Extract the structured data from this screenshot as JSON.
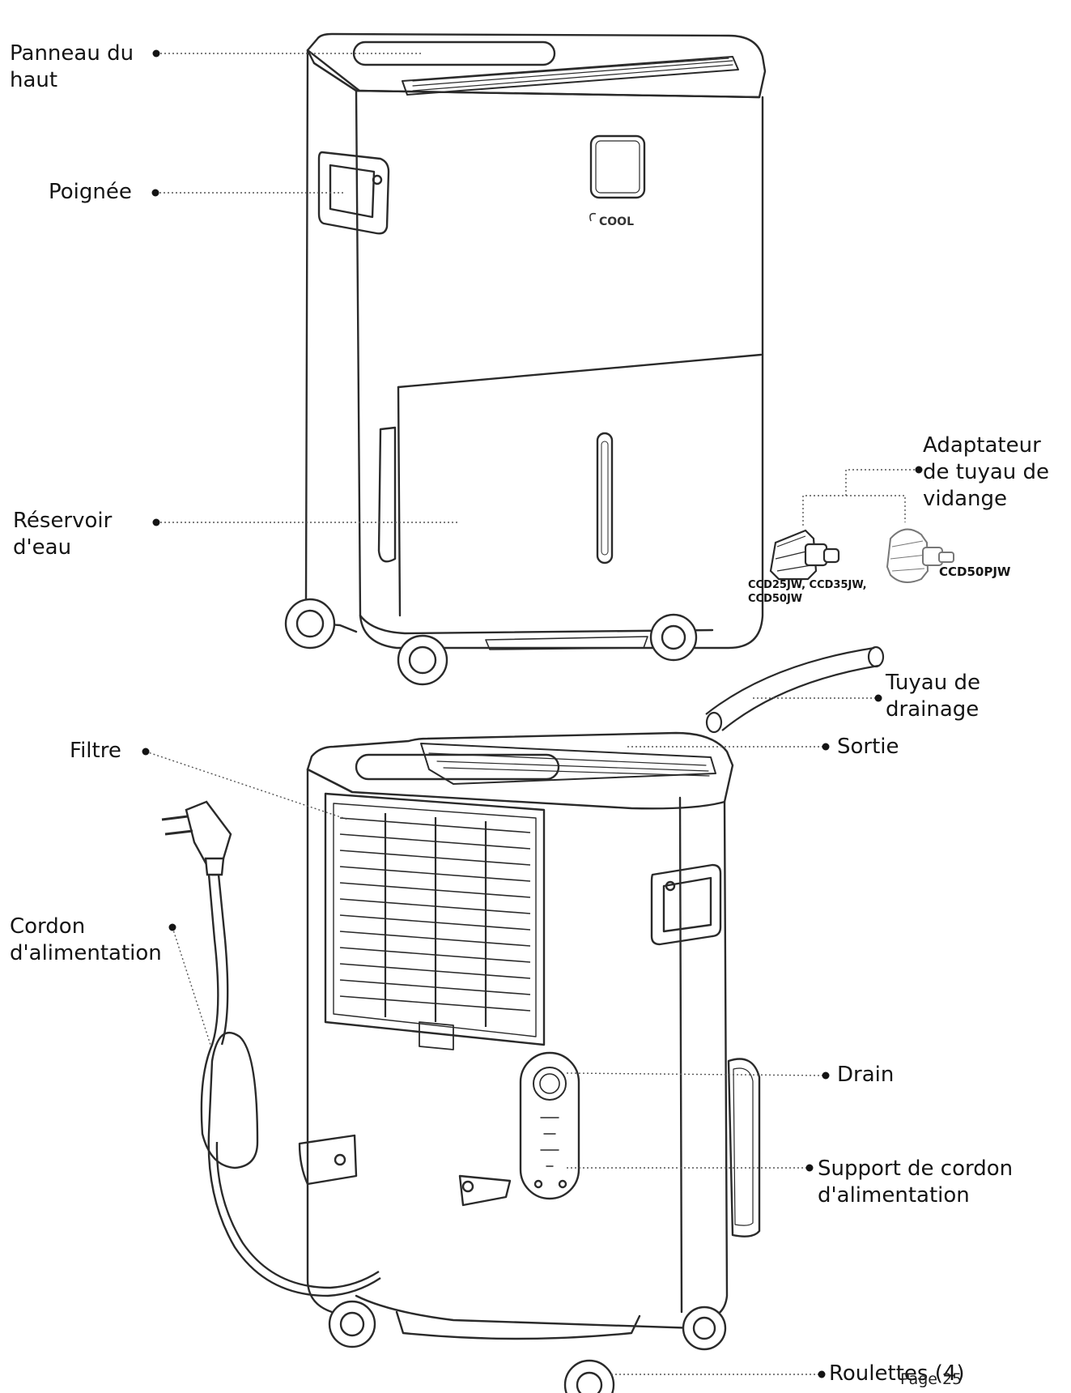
{
  "brand_text": "COOL",
  "labels": {
    "top_panel": [
      "Panneau du",
      "haut"
    ],
    "handle": [
      "Poignée"
    ],
    "water_tank": [
      "Réservoir",
      "d'eau"
    ],
    "drain_adapter": [
      "Adaptateur",
      "de tuyau de",
      "vidange"
    ],
    "drain_hose": [
      "Tuyau de",
      "drainage"
    ],
    "filter": [
      "Filtre"
    ],
    "outlet": [
      "Sortie"
    ],
    "power_cord": [
      "Cordon",
      "d'alimentation"
    ],
    "drain": [
      "Drain"
    ],
    "cord_holder": [
      "Support de cordon",
      "d'alimentation"
    ],
    "casters": [
      "Roulettes (4)"
    ]
  },
  "models": {
    "adapter_left": [
      "CCD25JW, CCD35JW,",
      "CCD50JW"
    ],
    "adapter_right": [
      "CCD50PJW"
    ]
  },
  "page_number": "Page 25"
}
